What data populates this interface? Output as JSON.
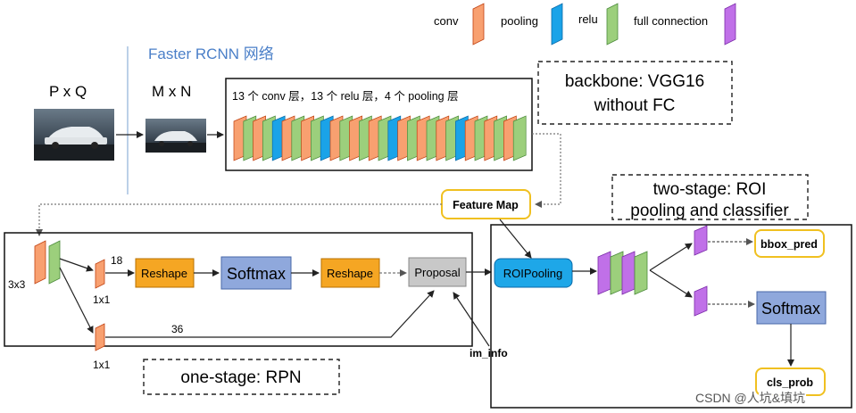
{
  "legend": {
    "conv": "conv",
    "pooling": "pooling",
    "relu": "relu",
    "full_connection": "full connection"
  },
  "colors": {
    "conv": "#f8a070",
    "pooling": "#1aa3e8",
    "relu": "#9ccf7c",
    "full_connection": "#c070e8",
    "reshape": "#f5a623",
    "softmax": "#8fa8dc",
    "proposal": "#c8c8c8",
    "roi_pooling": "#1ea7e8",
    "title_blue": "#4a7fc8",
    "output_border": "#f0c020"
  },
  "title": "Faster RCNN 网络",
  "input": {
    "label_pq": "P x Q",
    "label_mn": "M x N"
  },
  "backbone": {
    "caption": "13 个 conv 层，13 个 relu 层，4 个 pooling 层",
    "note_line1": "backbone: VGG16",
    "note_line2": "without FC",
    "layer_sequence": [
      "conv",
      "relu",
      "conv",
      "relu",
      "pooling",
      "conv",
      "relu",
      "conv",
      "relu",
      "pooling",
      "conv",
      "relu",
      "conv",
      "relu",
      "conv",
      "relu",
      "pooling",
      "conv",
      "relu",
      "conv",
      "relu",
      "conv",
      "relu",
      "pooling",
      "conv",
      "relu",
      "conv",
      "relu",
      "conv",
      "relu"
    ]
  },
  "feature_map": "Feature Map",
  "two_stage": {
    "line1": "two-stage: ROI",
    "line2": "pooling and classifier"
  },
  "rpn": {
    "label_3x3": "3x3",
    "label_1x1_top": "1x1",
    "label_1x1_bottom": "1x1",
    "label_18": "18",
    "label_36": "36",
    "reshape1": "Reshape",
    "softmax": "Softmax",
    "reshape2": "Reshape",
    "proposal": "Proposal",
    "im_info": "im_info",
    "note": "one-stage: RPN"
  },
  "head": {
    "roi_pooling": "ROIPooling",
    "bbox_pred": "bbox_pred",
    "softmax": "Softmax",
    "cls_prob": "cls_prob"
  },
  "watermark": "CSDN @人坑&填坑"
}
